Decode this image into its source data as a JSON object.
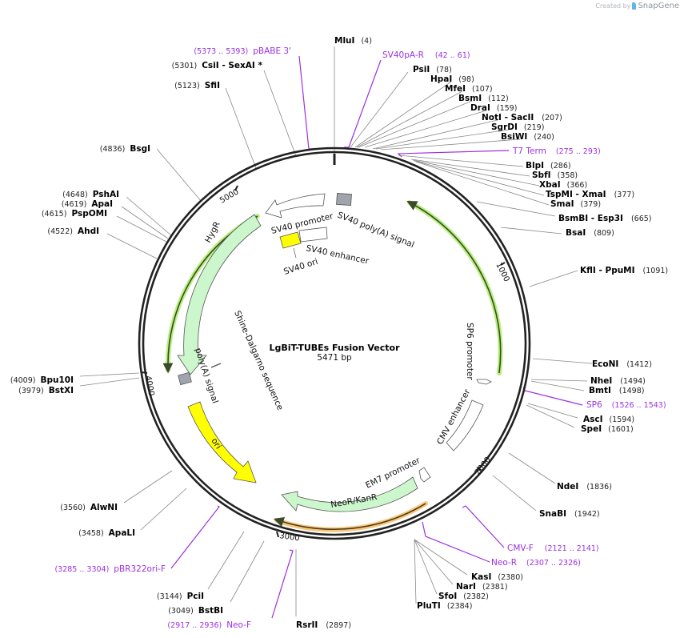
{
  "header": {
    "credit_prefix": "Created by",
    "credit_brand": "SnapGene"
  },
  "map": {
    "title": "LgBiT-TUBEs Fusion Vector",
    "length": "5471 bp",
    "ticks": [
      "1000",
      "2000",
      "3000",
      "4000",
      "5000"
    ]
  },
  "enzymes": [
    {
      "name": "MluI",
      "pos": "(4)"
    },
    {
      "name": "PsiI",
      "pos": "(78)"
    },
    {
      "name": "HpaI",
      "pos": "(98)"
    },
    {
      "name": "MfeI",
      "pos": "(107)"
    },
    {
      "name": "BsmI",
      "pos": "(112)"
    },
    {
      "name": "DraI",
      "pos": "(159)"
    },
    {
      "name": "NotI  - SacII",
      "pos": "(207)"
    },
    {
      "name": "SgrDI",
      "pos": "(219)"
    },
    {
      "name": "BsiWI",
      "pos": "(240)"
    },
    {
      "name": "BlpI",
      "pos": "(286)"
    },
    {
      "name": "SbfI",
      "pos": "(358)"
    },
    {
      "name": "XbaI",
      "pos": "(366)"
    },
    {
      "name": "TspMI  - XmaI",
      "pos": "(377)"
    },
    {
      "name": "SmaI",
      "pos": "(379)"
    },
    {
      "name": "BsmBI  - Esp3I",
      "pos": "(665)"
    },
    {
      "name": "BsaI",
      "pos": "(809)"
    },
    {
      "name": "KflI  - PpuMI",
      "pos": "(1091)"
    },
    {
      "name": "EcoNI",
      "pos": "(1412)"
    },
    {
      "name": "NheI",
      "pos": "(1494)"
    },
    {
      "name": "BmtI",
      "pos": "(1498)"
    },
    {
      "name": "AscI",
      "pos": "(1594)"
    },
    {
      "name": "SpeI",
      "pos": "(1601)"
    },
    {
      "name": "NdeI",
      "pos": "(1836)"
    },
    {
      "name": "SnaBI",
      "pos": "(1942)"
    },
    {
      "name": "KasI",
      "pos": "(2380)"
    },
    {
      "name": "NarI",
      "pos": "(2381)"
    },
    {
      "name": "SfoI",
      "pos": "(2382)"
    },
    {
      "name": "PluTI",
      "pos": "(2384)"
    },
    {
      "name": "RsrII",
      "pos": "(2897)"
    },
    {
      "name": "BstBI",
      "pos": "(3049)"
    },
    {
      "name": "PciI",
      "pos": "(3144)"
    },
    {
      "name": "ApaLI",
      "pos": "(3458)"
    },
    {
      "name": "AlwNI",
      "pos": "(3560)"
    },
    {
      "name": "BstXI",
      "pos": "(3979)"
    },
    {
      "name": "Bpu10I",
      "pos": "(4009)"
    },
    {
      "name": "AhdI",
      "pos": "(4522)"
    },
    {
      "name": "PspOMI",
      "pos": "(4615)"
    },
    {
      "name": "ApaI",
      "pos": "(4619)"
    },
    {
      "name": "PshAI",
      "pos": "(4648)"
    },
    {
      "name": "BsgI",
      "pos": "(4836)"
    },
    {
      "name": "SfiI",
      "pos": "(5123)"
    },
    {
      "name": "CsiI  - SexAI *",
      "pos": "(5301)"
    }
  ],
  "primers": [
    {
      "name": "SV40pA-R",
      "range": "(42 .. 61)"
    },
    {
      "name": "T7 Term",
      "range": "(275 .. 293)"
    },
    {
      "name": "SP6",
      "range": "(1526 .. 1543)"
    },
    {
      "name": "CMV-F",
      "range": "(2121 .. 2141)"
    },
    {
      "name": "Neo-R",
      "range": "(2307 .. 2326)"
    },
    {
      "name": "Neo-F",
      "range": "(2917 .. 2936)"
    },
    {
      "name": "pBR322ori-F",
      "range": "(3285 .. 3304)"
    },
    {
      "name": "pBABE 3'",
      "range": "(5373 .. 5393)"
    }
  ],
  "features": {
    "sv40_promoter": "SV40 promoter",
    "sv40_polya": "SV40 poly(A) signal",
    "sv40_enhancer": "SV40 enhancer",
    "sv40_ori": "SV40 ori",
    "sp6_promoter": "SP6 promoter",
    "cmv_enhancer": "CMV enhancer",
    "em7_promoter": "EM7 promoter",
    "neor_kanr": "NeoR/KanR",
    "hygr": "HygR",
    "polya": "poly(A) signal",
    "shine_dalgarno": "Shine-Dalgarno sequence",
    "ori": "ori"
  },
  "colors": {
    "primer": "#9b30e0",
    "orf_green": "#b6f07a",
    "marker_green": "#ccf7cc",
    "ori_yellow": "#ffff00",
    "orange_orf": "#f9c77a",
    "polya_gray": "#a0a4ac"
  }
}
